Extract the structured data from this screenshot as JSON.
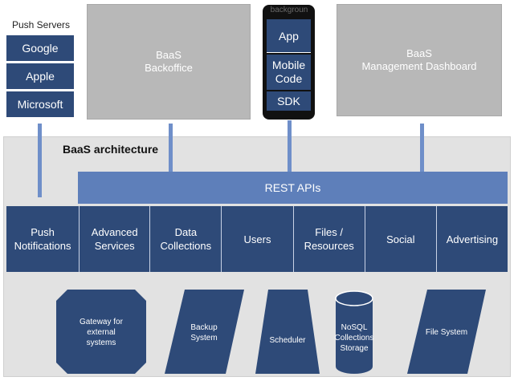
{
  "push_servers": {
    "title": "Push Servers",
    "items": [
      "Google",
      "Apple",
      "Microsoft"
    ]
  },
  "top_boxes": {
    "backoffice": "BaaS\nBackoffice",
    "dashboard": "BaaS\nManagement Dashboard"
  },
  "phone": {
    "overlay_text": "backgroun",
    "items": [
      "App",
      "Mobile\nCode",
      "SDK"
    ]
  },
  "architecture": {
    "title": "BaaS architecture",
    "rest_apis": "REST APIs",
    "services": [
      "Push\nNotifications",
      "Advanced\nServices",
      "Data\nCollections",
      "Users",
      "Files /\nResources",
      "Social",
      "Advertising"
    ]
  },
  "infrastructure": {
    "gateway": [
      "Gateway for",
      "external",
      "systems"
    ],
    "backup": [
      "Backup",
      "System"
    ],
    "scheduler": [
      "Scheduler"
    ],
    "nosql": [
      "NoSQL",
      "Collections",
      "Storage"
    ],
    "filesystem": [
      "File System"
    ]
  },
  "colors": {
    "navy": "#2e4a78",
    "rest_blue": "#5e7fba",
    "connector": "#6f8fc9",
    "panel": "#e2e2e2",
    "gray_box": "#b8b8b8"
  }
}
